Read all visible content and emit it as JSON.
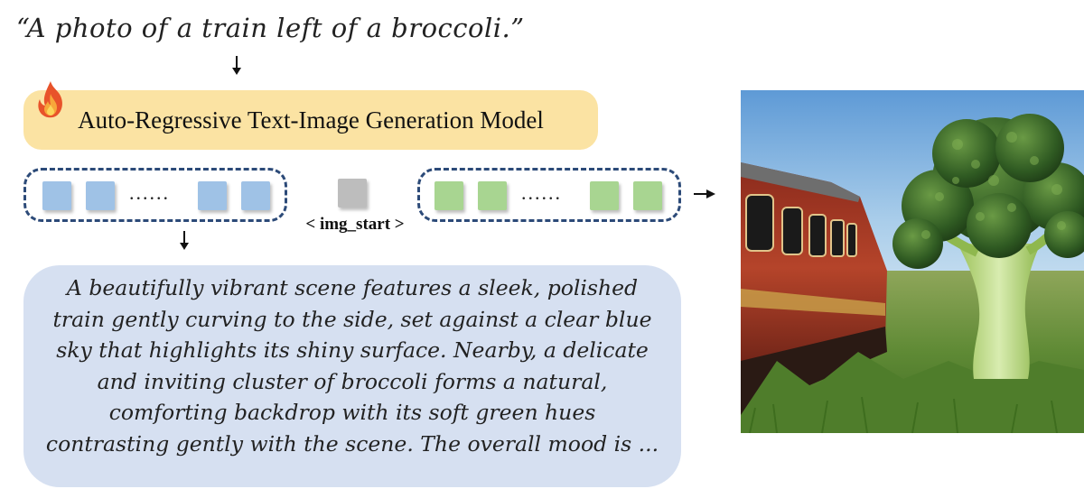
{
  "prompt": "“A photo of a train left of a broccoli.”",
  "model": {
    "label": "Auto-Regressive Text-Image Generation Model",
    "badge_icon": "fire-icon"
  },
  "tokens": {
    "text_dots": "......",
    "image_dots": "......",
    "img_start_label": "< img_start >",
    "colors": {
      "text_token": "#9fc2e6",
      "image_token": "#a8d591",
      "start_token": "#bdbdbd",
      "group_border": "#2c4a78"
    }
  },
  "caption": {
    "line1": "A beautifully vibrant scene features a sleek, polished",
    "line2": "train gently curving to the side, set against a clear blue",
    "line3": "sky that highlights its shiny surface. Nearby, a delicate",
    "line4": "and inviting cluster of broccoli forms a natural,",
    "line5": "comforting backdrop with its soft green hues",
    "line6": "contrasting gently with the scene. The overall mood is ..."
  },
  "colors": {
    "model_box": "#fbe3a3",
    "caption_box": "#d6e0f1"
  },
  "output_image": "generated-train-broccoli-photo"
}
